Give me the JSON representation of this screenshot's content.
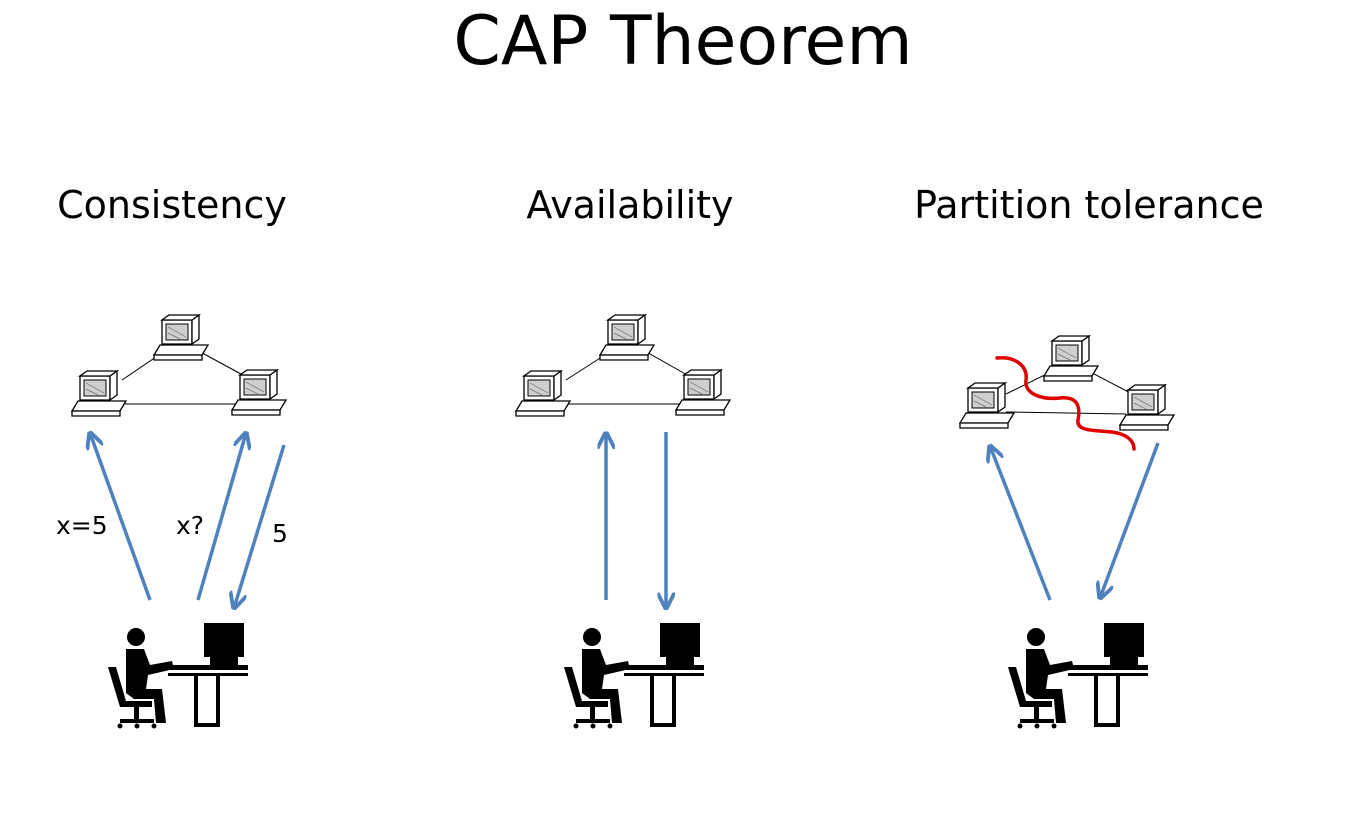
{
  "title": "CAP Theorem",
  "headings": [
    "Consistency",
    "Availability",
    "Partition tolerance"
  ],
  "labels": {
    "write": "x=5",
    "read": "x?",
    "response": "5"
  },
  "colors": {
    "arrow": "#4f81bd",
    "partition": "#e00000",
    "ink": "#000000"
  }
}
